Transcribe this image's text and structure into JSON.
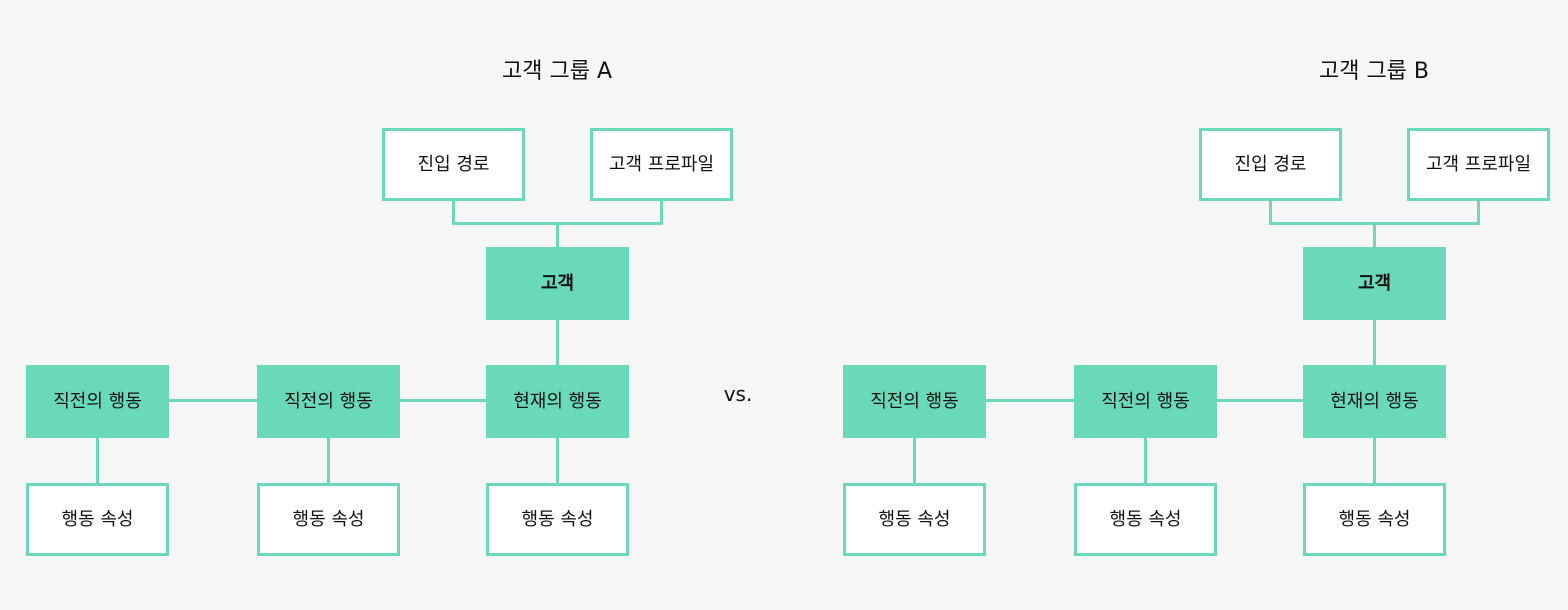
{
  "colors": {
    "accent": "#6ad9b9",
    "background": "#f6f6f6",
    "box_outline_fill": "#ffffff"
  },
  "separator": "vs.",
  "groups": [
    {
      "title": "고객 그룹 A",
      "entry_path": "진입 경로",
      "profile": "고객 프로파일",
      "customer": "고객",
      "actions": [
        "직전의 행동",
        "직전의 행동",
        "현재의 행동"
      ],
      "attributes": [
        "행동 속성",
        "행동 속성",
        "행동 속성"
      ]
    },
    {
      "title": "고객 그룹 B",
      "entry_path": "진입 경로",
      "profile": "고객 프로파일",
      "customer": "고객",
      "actions": [
        "직전의 행동",
        "직전의 행동",
        "현재의 행동"
      ],
      "attributes": [
        "행동 속성",
        "행동 속성",
        "행동 속성"
      ]
    }
  ]
}
